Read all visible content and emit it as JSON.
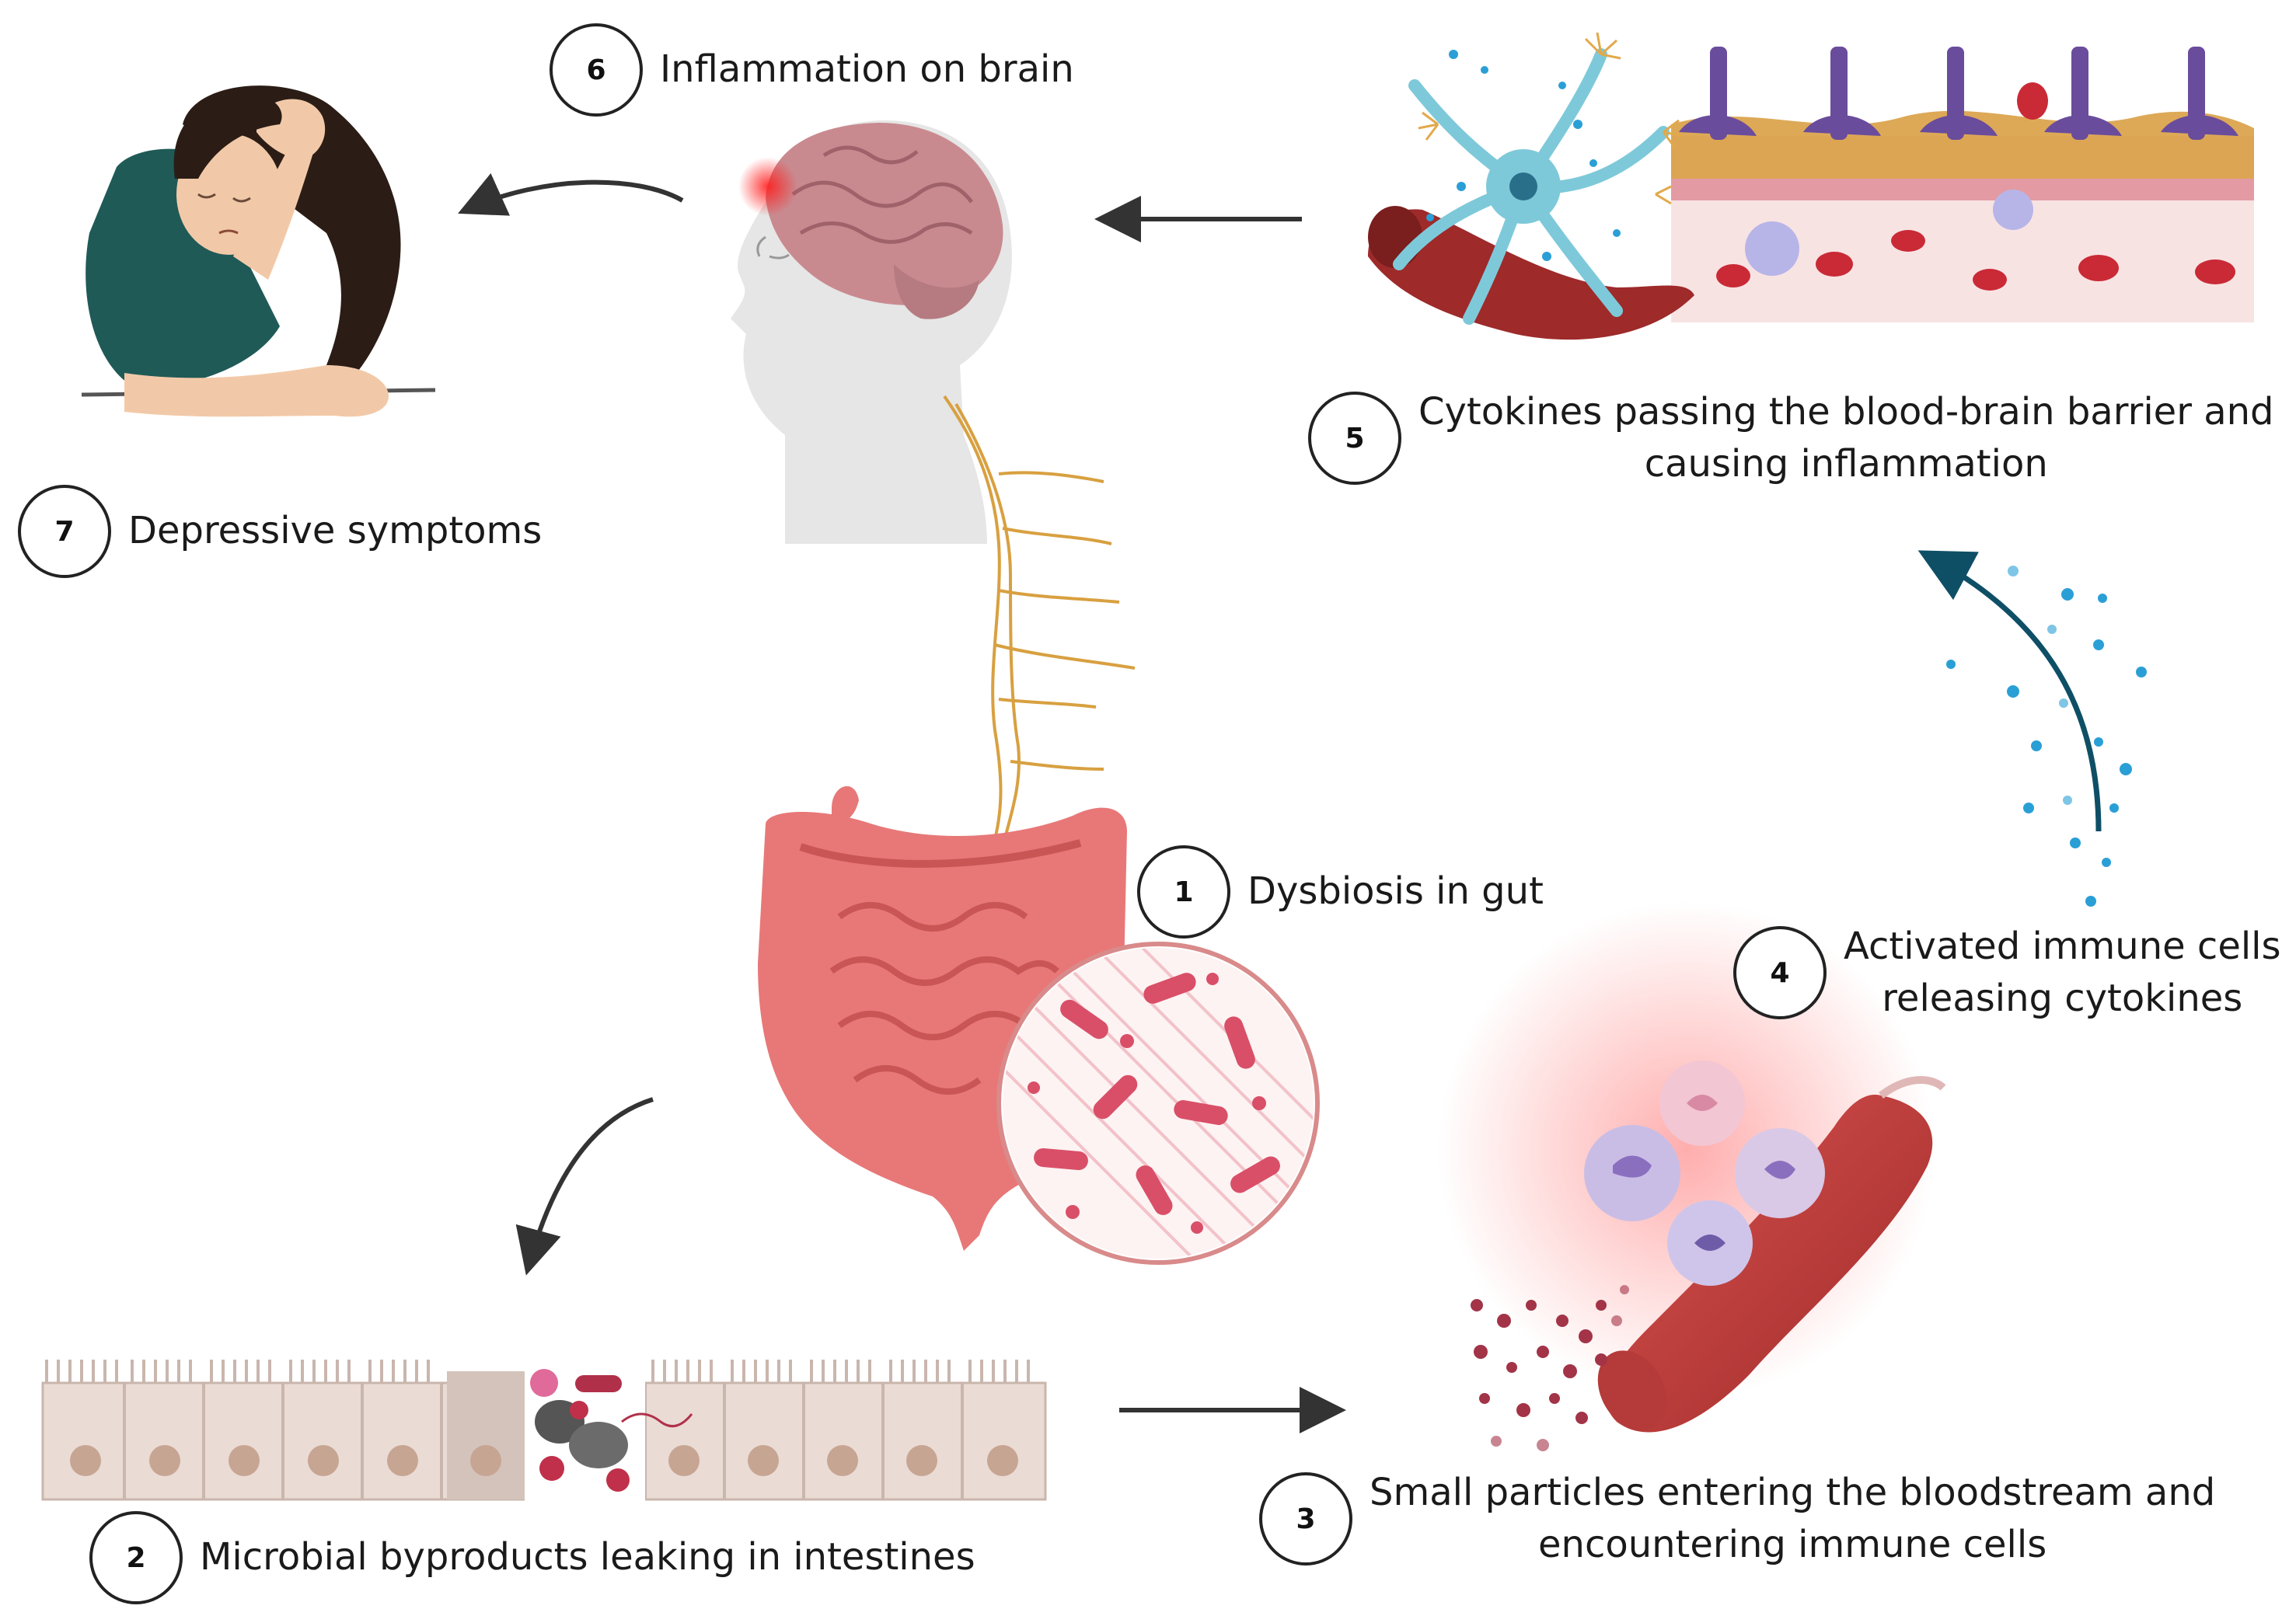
{
  "steps": [
    {
      "num": "1",
      "lines": [
        "Dysbiosis in gut"
      ]
    },
    {
      "num": "2",
      "lines": [
        "Microbial byproducts leaking in intestines"
      ]
    },
    {
      "num": "3",
      "lines": [
        "Small particles entering the bloodstream and",
        "encountering immune cells"
      ]
    },
    {
      "num": "4",
      "lines": [
        "Activated immune cells",
        "releasing cytokines"
      ]
    },
    {
      "num": "5",
      "lines": [
        "Cytokines passing the blood-brain barrier and",
        "causing inflammation"
      ]
    },
    {
      "num": "6",
      "lines": [
        "Inflammation on brain"
      ]
    },
    {
      "num": "7",
      "lines": [
        "Depressive symptoms"
      ]
    }
  ],
  "icons": {
    "person": "depressed-person-illustration",
    "head": "head-with-brain-illustration",
    "bbb": "blood-brain-barrier-illustration",
    "gut": "intestine-illustration",
    "bacteria": "bacteria-magnified-circle",
    "epithelium": "leaky-intestinal-epithelium",
    "vessel": "blood-vessel-immune-cells",
    "cytokines": "cytokine-particles"
  },
  "colors": {
    "arrow": "#333333",
    "curved_arrow": "#0e4f66",
    "gut": "#e57373",
    "nerve": "#d8a040",
    "skin": "#e8e8e8",
    "blood": "#c0392b",
    "cytokine": "#2a9fd6"
  }
}
